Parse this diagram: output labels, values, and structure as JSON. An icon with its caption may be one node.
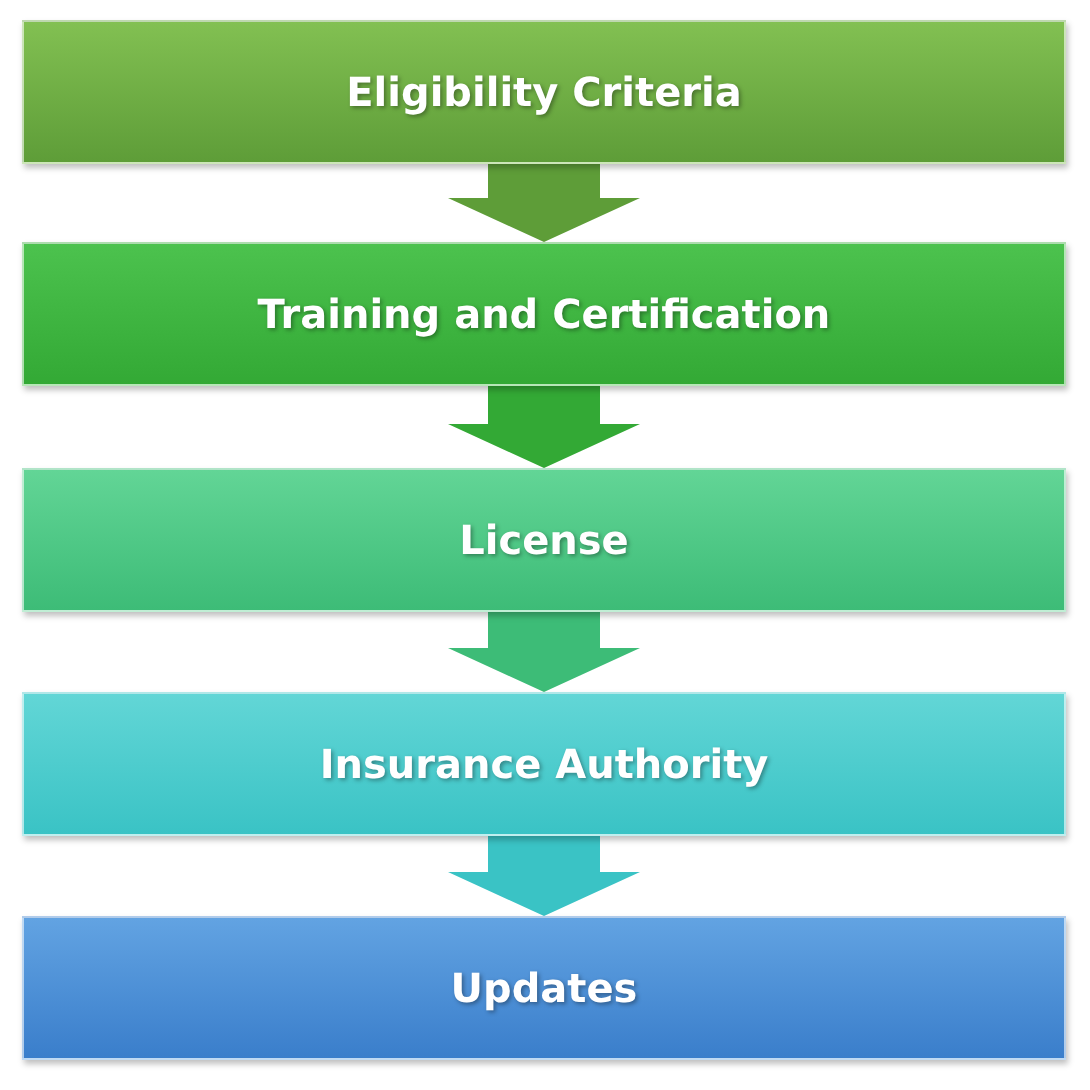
{
  "diagram": {
    "nodes": [
      {
        "text": [
          "Eligibility Criteria"
        ]
      },
      {
        "text": [
          "Training and Certification"
        ]
      },
      {
        "text": [
          "License"
        ]
      },
      {
        "text": [
          "Insurance Authority"
        ]
      },
      {
        "text": [
          "Updates"
        ]
      }
    ],
    "edges": [
      {
        "from": 0,
        "to": 1,
        "arrow": "to",
        "color": "#5e9d38"
      },
      {
        "from": 1,
        "to": 2,
        "arrow": "to",
        "color": "#33a935"
      },
      {
        "from": 2,
        "to": 3,
        "arrow": "to",
        "color": "#3dbc77"
      },
      {
        "from": 3,
        "to": 4,
        "arrow": "to",
        "color": "#3ac3c5"
      }
    ]
  }
}
